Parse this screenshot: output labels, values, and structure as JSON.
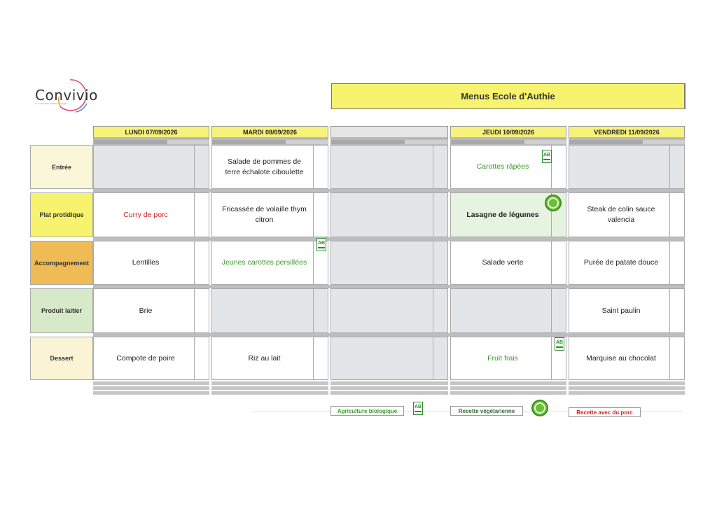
{
  "logo": {
    "name": "Convivio",
    "tagline": "La restauration collective engagée"
  },
  "title": "Menus Ecole d'Authie",
  "days": [
    "LUNDI  07/09/2026",
    "MARDI 08/09/2026",
    "",
    "JEUDI 10/09/2026",
    "VENDREDI 11/09/2026"
  ],
  "rows": [
    {
      "label": "Entrée",
      "cells": [
        "",
        "Salade de pommes de terre échalote ciboulette",
        "",
        "Carottes râpées",
        ""
      ]
    },
    {
      "label": "Plat protidique",
      "cells": [
        "Curry de porc",
        "Fricassée de volaille thym citron",
        "",
        "Lasagne de légumes",
        "Steak de colin sauce valencia"
      ]
    },
    {
      "label": "Accompagnement",
      "cells": [
        "Lentilles",
        "Jeunes carottes persillées",
        "",
        "Salade verte",
        "Purée de patate douce"
      ]
    },
    {
      "label": "Produit laitier",
      "cells": [
        "Brie",
        "",
        "",
        "",
        "Saint paulin"
      ]
    },
    {
      "label": "Dessert",
      "cells": [
        "Compote de poire",
        "Riz au lait",
        "",
        "Fruit frais",
        "Marquise au chocolat"
      ]
    }
  ],
  "icons": {
    "organic": "AB",
    "organic_icon": "organic-ab-icon",
    "vegetarian_icon": "vegetarian-leaf-icon"
  },
  "legend": {
    "organic": "Agriculture biologique",
    "vegetarian": "Recette végétarienne",
    "pork": "Recette avec du porc"
  },
  "colors": {
    "header_yellow": "#f7f27a",
    "entree_bg": "#faf6d8",
    "plat_bg": "#f8f36e",
    "accomp_bg": "#eebb55",
    "laitier_bg": "#d6e9c8",
    "dessert_bg": "#faf3d4",
    "organic_green": "#3c9a2d",
    "pork_red": "#d01f1f"
  }
}
